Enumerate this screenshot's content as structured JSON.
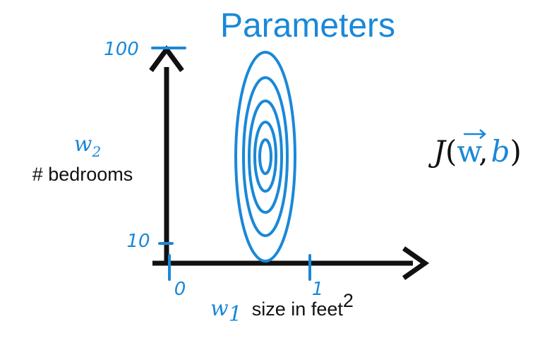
{
  "title": "Parameters",
  "y_axis": {
    "ticks": [
      "100",
      "10"
    ],
    "var_letter": "w",
    "var_sub": "2",
    "label": "# bedrooms"
  },
  "x_axis": {
    "ticks": [
      "0",
      "1"
    ],
    "var_letter": "w",
    "var_sub": "1",
    "label": "size in feet",
    "label_sup": "2"
  },
  "function": {
    "name": "J",
    "open": "(",
    "vector": "w",
    "comma": ",",
    "bias": "b",
    "close": ")"
  },
  "colors": {
    "accent": "#1a88d8",
    "ink": "#111111"
  },
  "contour_count": 5
}
